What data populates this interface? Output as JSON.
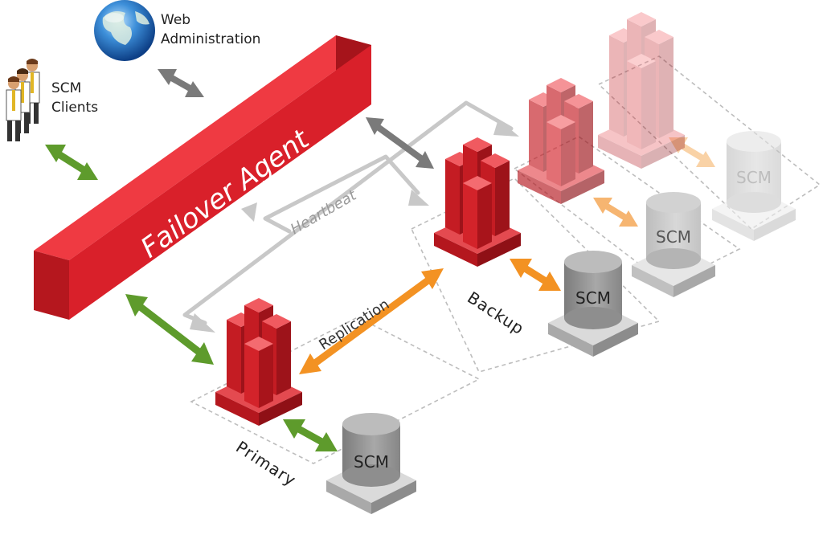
{
  "labels": {
    "web_admin_line1": "Web",
    "web_admin_line2": "Administration",
    "clients_line1": "SCM",
    "clients_line2": "Clients",
    "failover_agent": "Failover Agent",
    "heartbeat": "Heartbeat",
    "replication": "Replication",
    "primary": "Primary",
    "backup": "Backup",
    "db_label": "SCM"
  },
  "colors": {
    "agent_red": "#d9202a",
    "server_red": "#dc1f26",
    "client_arrow": "#5e9b2c",
    "replication_arrow": "#f39223",
    "admin_arrow": "#7a7a7a",
    "heartbeat_line": "#c8c8c8",
    "cylinder_gray": "#9a9a9a"
  },
  "icons": {
    "globe": "globe-icon",
    "clients": "people-icon",
    "server": "server-cluster-icon",
    "database": "database-cylinder-icon"
  }
}
